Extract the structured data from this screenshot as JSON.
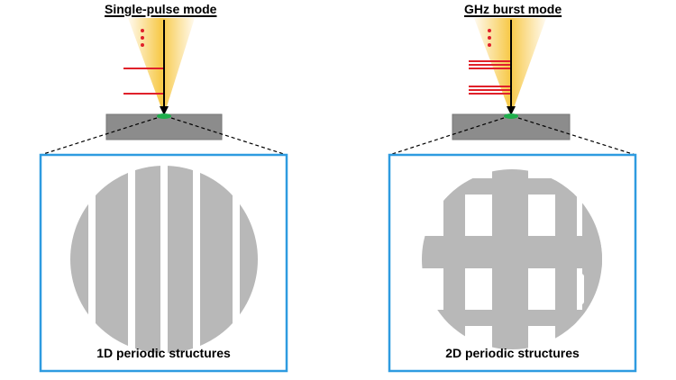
{
  "panels": [
    {
      "mode_title": "Single-pulse mode",
      "caption": "1D periodic structures"
    },
    {
      "mode_title": "GHz burst mode",
      "caption": "2D periodic structures"
    }
  ],
  "colors": {
    "beam_core": "#f7c948",
    "beam_edge": "#fff4d6",
    "pulse": "#e0202a",
    "substrate": "#8c8c8c",
    "spot": "#1fae4c",
    "frame": "#2e9be0",
    "structure": "#b8b8b8"
  }
}
